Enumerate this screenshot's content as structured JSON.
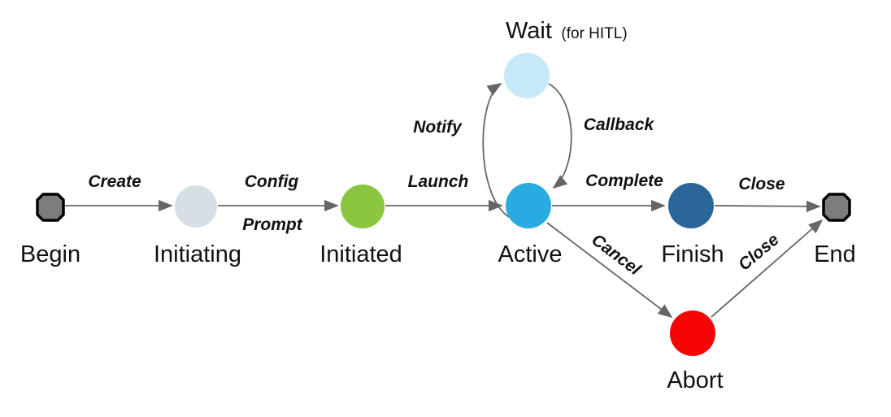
{
  "diagram": {
    "kind": "state-machine",
    "background": "#ffffff"
  },
  "colors": {
    "edge": "#666666",
    "text": "#111111",
    "terminal_fill": "#7d7d7d",
    "terminal_stroke": "#000000"
  },
  "nodes": {
    "begin": {
      "label": "Begin",
      "shape": "octagon",
      "color": "#7d7d7d"
    },
    "initiating": {
      "label": "Initiating",
      "shape": "circle",
      "color": "#d6e0e4"
    },
    "initiated": {
      "label": "Initiated",
      "shape": "circle",
      "color": "#8cc540"
    },
    "active": {
      "label": "Active",
      "shape": "circle",
      "color": "#29abe2"
    },
    "wait": {
      "label": "Wait",
      "sublabel": "(for HITL)",
      "shape": "circle",
      "color": "#c6e8f8"
    },
    "finish": {
      "label": "Finish",
      "shape": "circle",
      "color": "#2b6699"
    },
    "end": {
      "label": "End",
      "shape": "octagon",
      "color": "#7d7d7d"
    },
    "abort": {
      "label": "Abort",
      "shape": "circle",
      "color": "#f70505"
    }
  },
  "edges": {
    "create": {
      "from": "Begin",
      "to": "Initiating",
      "label": "Create"
    },
    "config": {
      "from": "Initiating",
      "to": "Initiated",
      "label": "Config"
    },
    "prompt": {
      "from": "Initiating",
      "to": "Initiated",
      "label": "Prompt"
    },
    "launch": {
      "from": "Initiated",
      "to": "Active",
      "label": "Launch"
    },
    "notify": {
      "from": "Active",
      "to": "Wait",
      "label": "Notify"
    },
    "callback": {
      "from": "Wait",
      "to": "Active",
      "label": "Callback"
    },
    "complete": {
      "from": "Active",
      "to": "Finish",
      "label": "Complete"
    },
    "close_top": {
      "from": "Finish",
      "to": "End",
      "label": "Close"
    },
    "cancel": {
      "from": "Active",
      "to": "Abort",
      "label": "Cancel"
    },
    "close_abort": {
      "from": "Abort",
      "to": "End",
      "label": "Close"
    }
  }
}
